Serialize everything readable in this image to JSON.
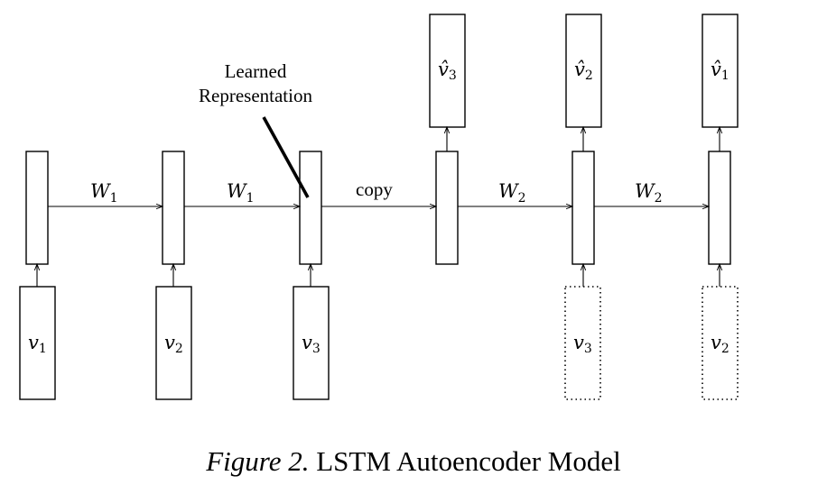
{
  "nodes": {
    "input_labels": [
      "v1",
      "v2",
      "v3",
      "v3",
      "v2"
    ],
    "output_labels": [
      "v̂3",
      "v̂2",
      "v̂1"
    ],
    "input_label_parts": [
      {
        "base": "v",
        "sub": "1"
      },
      {
        "base": "v",
        "sub": "2"
      },
      {
        "base": "v",
        "sub": "3"
      },
      {
        "base": "v",
        "sub": "3"
      },
      {
        "base": "v",
        "sub": "2"
      }
    ],
    "output_label_parts": [
      {
        "base": "v̂",
        "sub": "3"
      },
      {
        "base": "v̂",
        "sub": "2"
      },
      {
        "base": "v̂",
        "sub": "1"
      }
    ]
  },
  "edges": {
    "labels": [
      {
        "base": "W",
        "sub": "1"
      },
      {
        "base": "W",
        "sub": "1"
      },
      {
        "base": "copy",
        "sub": ""
      },
      {
        "base": "W",
        "sub": "2"
      },
      {
        "base": "W",
        "sub": "2"
      }
    ]
  },
  "annotation": {
    "line1": "Learned",
    "line2": "Representation"
  },
  "caption": {
    "figure": "Figure 2.",
    "text": "LSTM Autoencoder Model"
  }
}
